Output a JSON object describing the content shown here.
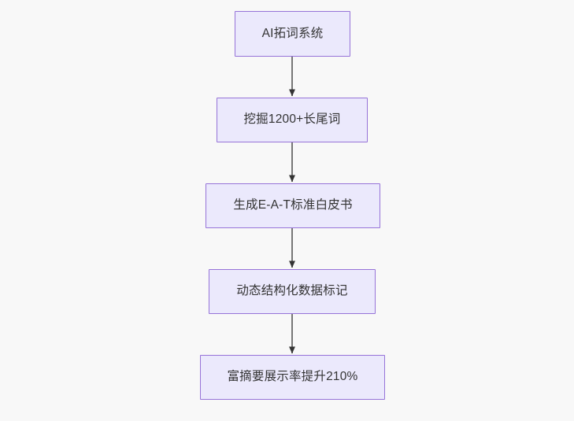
{
  "diagram": {
    "type": "flowchart",
    "direction": "top-down",
    "background_color": "#f8f8f8",
    "node_fill_color": "#ebe9fc",
    "node_border_color": "#9673d8",
    "node_text_color": "#333333",
    "edge_color": "#777777",
    "arrowhead_color": "#333333",
    "nodes": [
      {
        "id": "n1",
        "label": "AI拓词系统"
      },
      {
        "id": "n2",
        "label": "挖掘1200+长尾词"
      },
      {
        "id": "n3",
        "label": "生成E-A-T标准白皮书"
      },
      {
        "id": "n4",
        "label": "动态结构化数据标记"
      },
      {
        "id": "n5",
        "label": "富摘要展示率提升210%"
      }
    ],
    "edges": [
      {
        "from": "n1",
        "to": "n2",
        "label": ""
      },
      {
        "from": "n2",
        "to": "n3",
        "label": ""
      },
      {
        "from": "n3",
        "to": "n4",
        "label": ""
      },
      {
        "from": "n4",
        "to": "n5",
        "label": ""
      }
    ]
  }
}
